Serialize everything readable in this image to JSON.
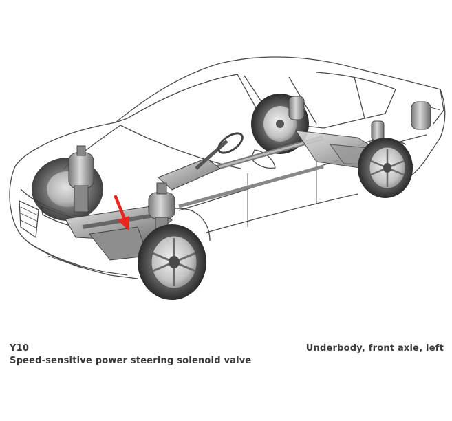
{
  "caption": {
    "component_code": "Y10",
    "component_name": "Speed-sensitive power steering solenoid valve",
    "location": "Underbody, front axle, left"
  },
  "colors": {
    "body_line": "#4a4a4a",
    "chassis_dark": "#555555",
    "chassis_light": "#b8b8b8",
    "arrow": "#e8261c",
    "caption_text": "#3a3a3a"
  },
  "icons": [
    "car-phantom-illustration",
    "red-arrow-pointer"
  ]
}
